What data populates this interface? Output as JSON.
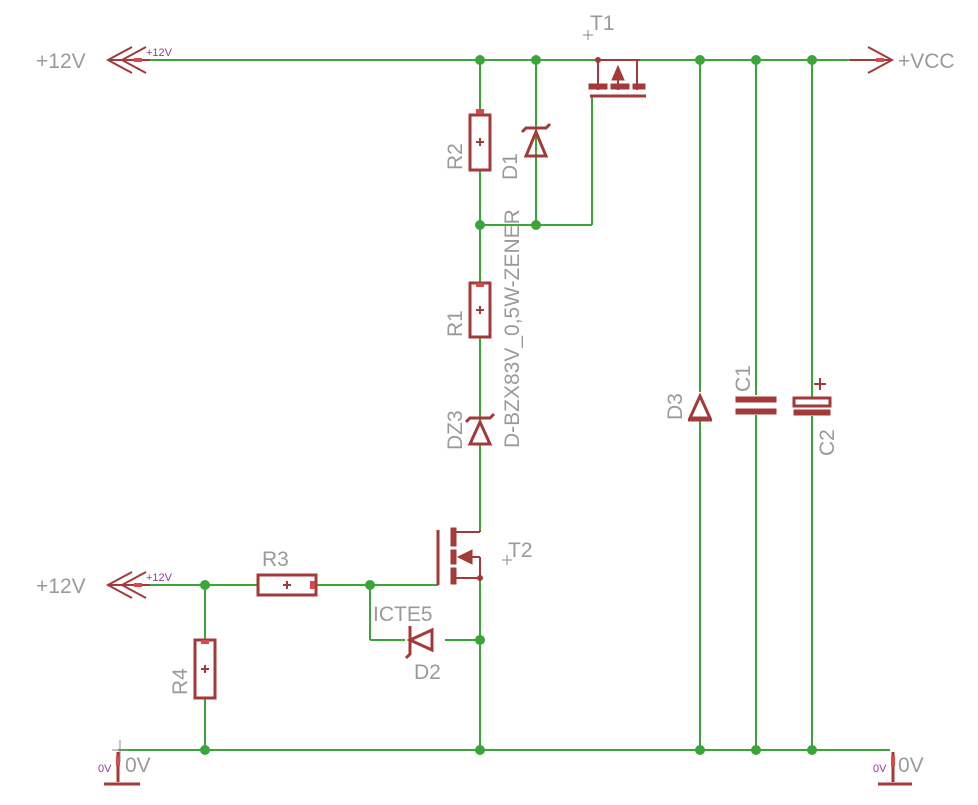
{
  "colors": {
    "wire": "#3aa63a",
    "part": "#a33a3a",
    "label": "#9a9a9a",
    "net_small": "#9a3a9a"
  },
  "ports": {
    "p12v_top": "+12V",
    "p12v_top_small": "+12V",
    "p12v_bottom": "+12V",
    "p12v_bottom_small": "+12V",
    "vcc": "+VCC",
    "gnd_left": "0V",
    "gnd_left_small": "0V",
    "gnd_right": "0V",
    "gnd_right_small": "0V"
  },
  "components": {
    "T1": "T1",
    "T2": "T2",
    "R1": "R1",
    "R2": "R2",
    "R3": "R3",
    "R4": "R4",
    "D1": "D1",
    "D1_value": "D-BZX83V_0,5W-ZENER",
    "D2": "D2",
    "D2_value": "ICTE5",
    "D3": "D3",
    "DZ3": "DZ3",
    "C1": "C1",
    "C2": "C2"
  }
}
